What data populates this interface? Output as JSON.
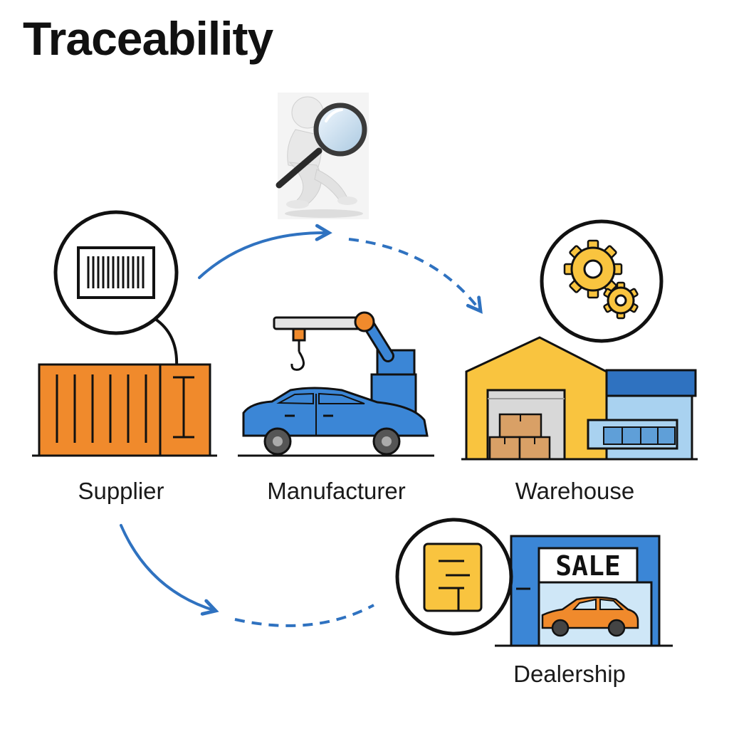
{
  "title": "Traceability",
  "nodes": {
    "supplier": {
      "label": "Supplier"
    },
    "manufacturer": {
      "label": "Manufacturer"
    },
    "warehouse": {
      "label": "Warehouse"
    },
    "dealership": {
      "label": "Dealership",
      "sign_text": "SALE"
    }
  },
  "icons": [
    "magnifier-person-icon",
    "barcode-icon",
    "gears-icon",
    "document-icon",
    "shipping-container-icon",
    "car-crane-icon",
    "warehouse-icon",
    "dealership-icon"
  ],
  "colors": {
    "accent_blue": "#2f72c0",
    "orange": "#f08a2c",
    "car_blue": "#3b86d6",
    "yellow": "#f9c43f",
    "light_blue": "#a9d2f0",
    "outline": "#111111"
  }
}
